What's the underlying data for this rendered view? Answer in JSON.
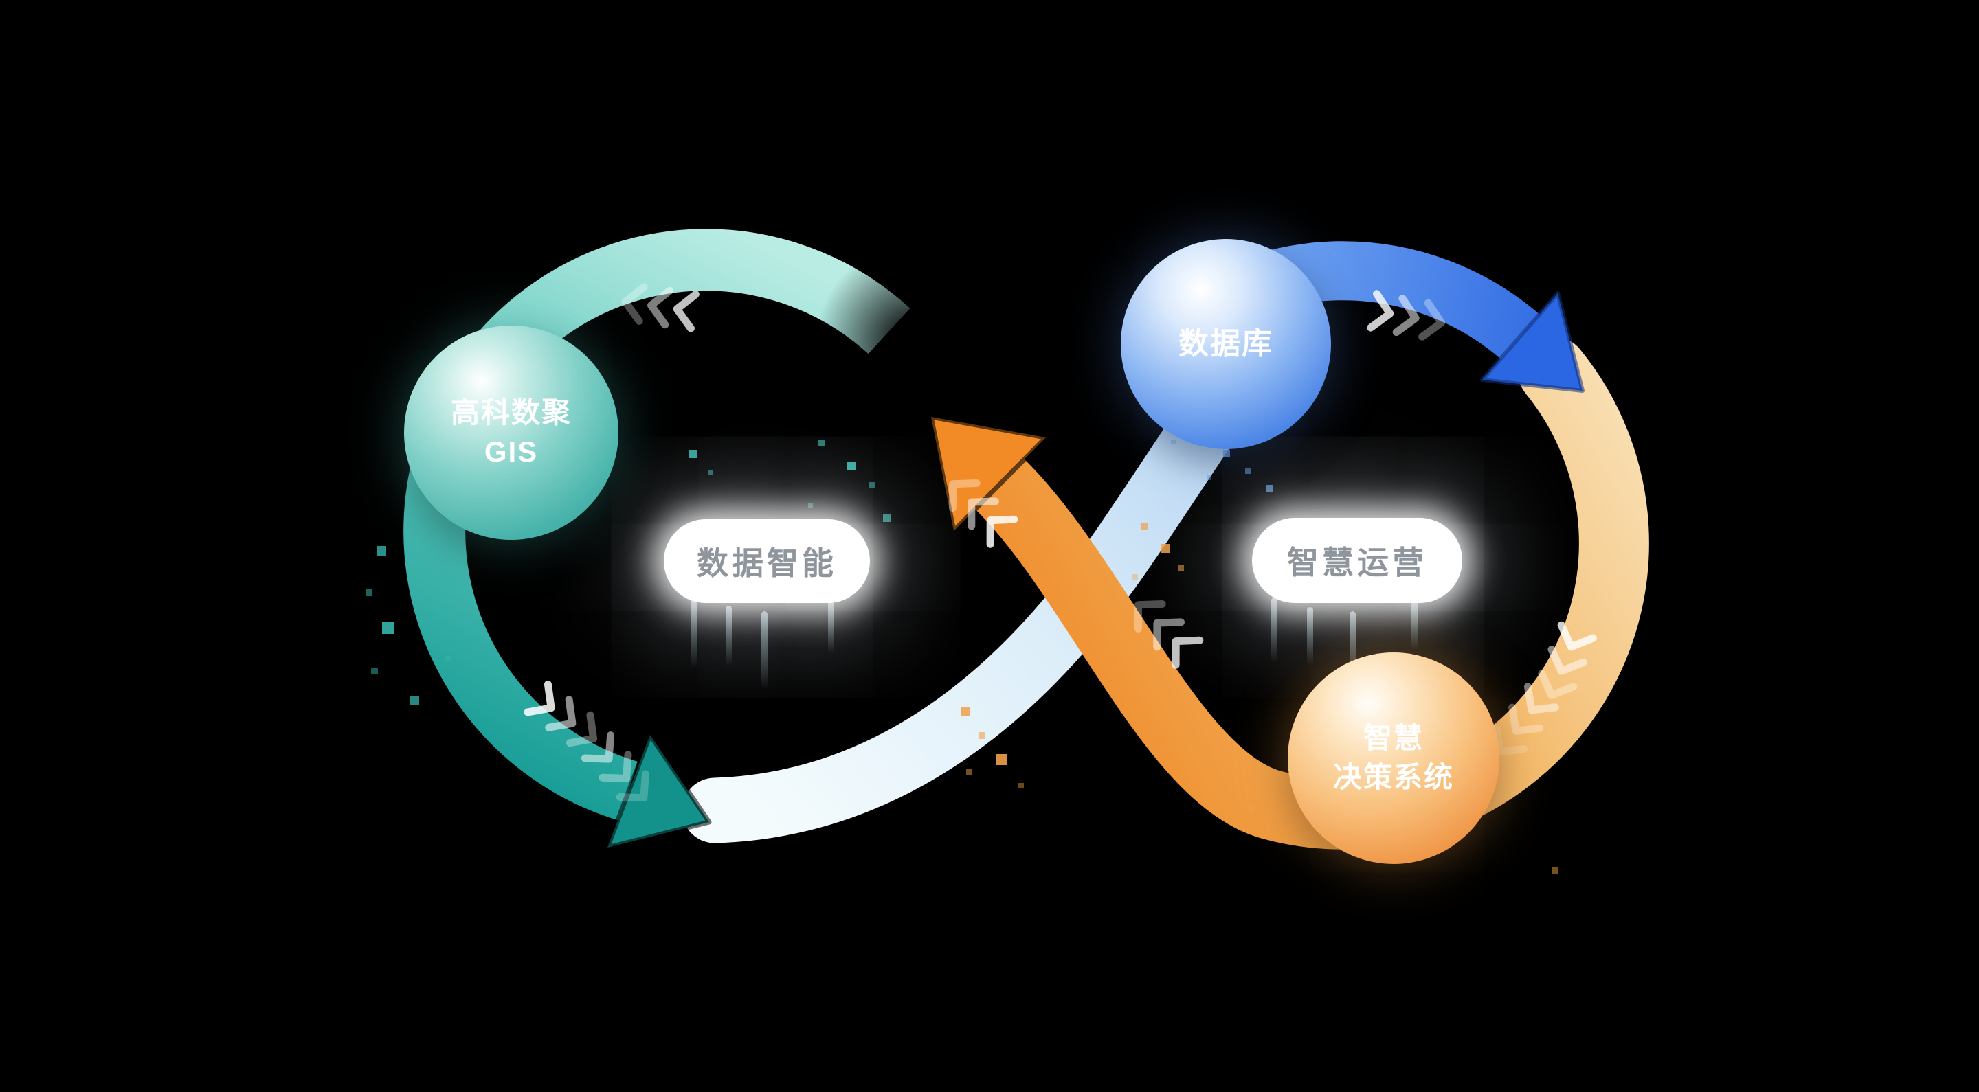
{
  "nodes": {
    "gis": {
      "line1": "高科数聚",
      "line2": "GIS"
    },
    "database": {
      "label": "数据库"
    },
    "decision": {
      "line1": "智慧",
      "line2": "决策系统"
    }
  },
  "labels": {
    "left_loop": "数据智能",
    "right_loop": "智慧运营"
  },
  "colors": {
    "background": "#000000",
    "teal_dark": "#12928b",
    "teal_light": "#b9ece3",
    "band_light": "#ddeef9",
    "blue": "#2b67e2",
    "blue_light": "#8abaf6",
    "orange": "#f28b26",
    "cream": "#f9e6c0",
    "pill_text": "#8f959d"
  }
}
